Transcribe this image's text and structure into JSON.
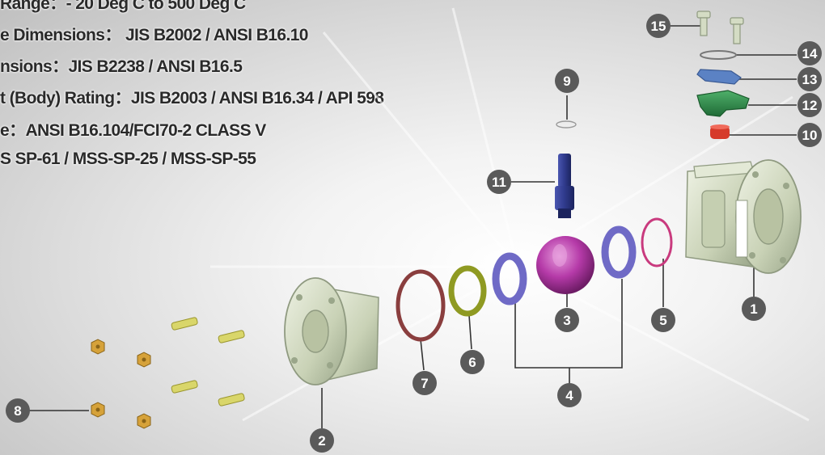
{
  "specs": [
    "Range：- 20 Deg C to 500 Deg C",
    "e Dimensions： JIS B2002 / ANSI B16.10",
    "nsions：JIS B2238 / ANSI B16.5",
    "t (Body) Rating：JIS B2003 / ANSI B16.34 / API 598",
    "e：ANSI B16.104/FCI70-2 CLASS V",
    "S SP-61 / MSS-SP-25 / MSS-SP-55"
  ],
  "callouts": {
    "n1": "1",
    "n2": "2",
    "n3": "3",
    "n4": "4",
    "n5": "5",
    "n6": "6",
    "n7": "7",
    "n8": "8",
    "n9": "9",
    "n10": "10",
    "n11": "11",
    "n12": "12",
    "n13": "13",
    "n14": "14",
    "n15": "15"
  },
  "colors": {
    "body": "#d4dcc4",
    "body_edge": "#8f9a80",
    "ball": "#b53aa8",
    "seat": "#6f6ac6",
    "gasket": "#c93a7e",
    "oring_body": "#8a3e3e",
    "packing": "#8f9a22",
    "stem": "#2f3a8c",
    "handle": "#2f8a4a",
    "cap": "#5b82c4",
    "nut": "#d6a23a",
    "stud": "#d9d66a",
    "stopper": "#d63a2a",
    "bubble": "#5a5a5a"
  }
}
